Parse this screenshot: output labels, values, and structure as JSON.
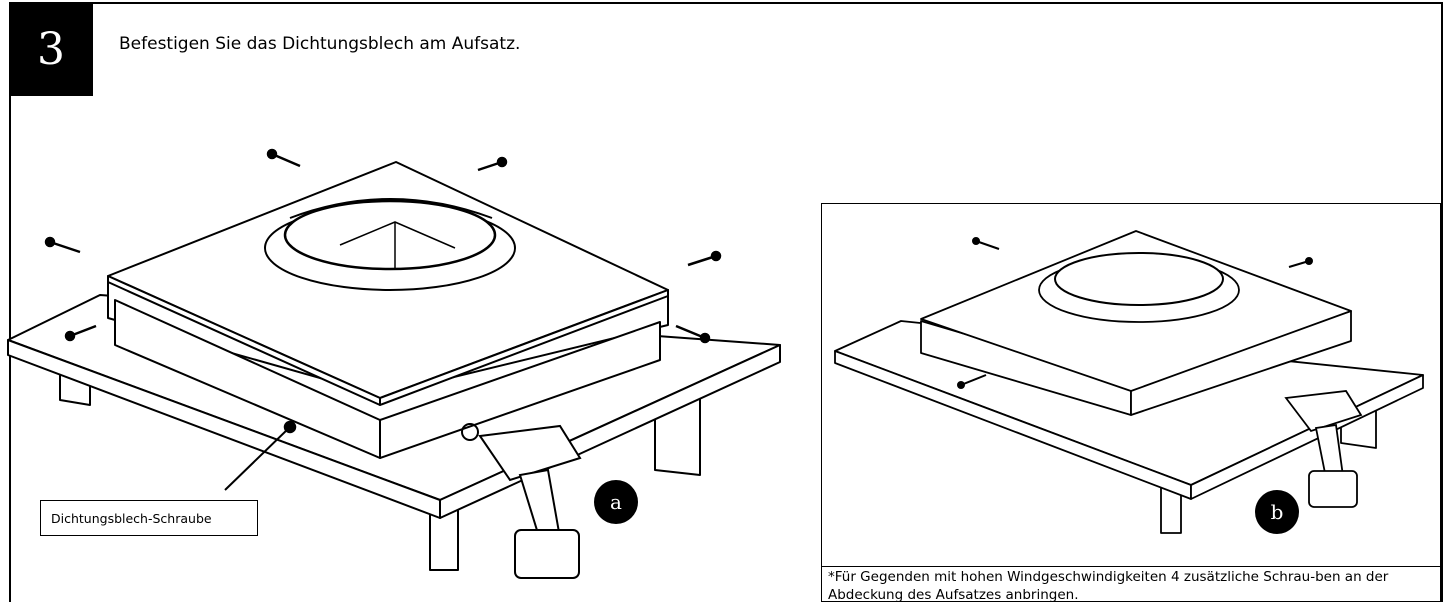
{
  "step": {
    "number": "3",
    "instruction": "Befestigen Sie das Dichtungsblech am Aufsatz."
  },
  "callout": {
    "label": "Dichtungsblech-Schraube"
  },
  "badges": {
    "a": "a",
    "b": "b"
  },
  "footnote": {
    "text": "*Für Gegenden mit hohen Windgeschwindigkeiten 4 zusätzliche Schrau-ben an der Abdeckung des Aufsatzes anbringen."
  }
}
